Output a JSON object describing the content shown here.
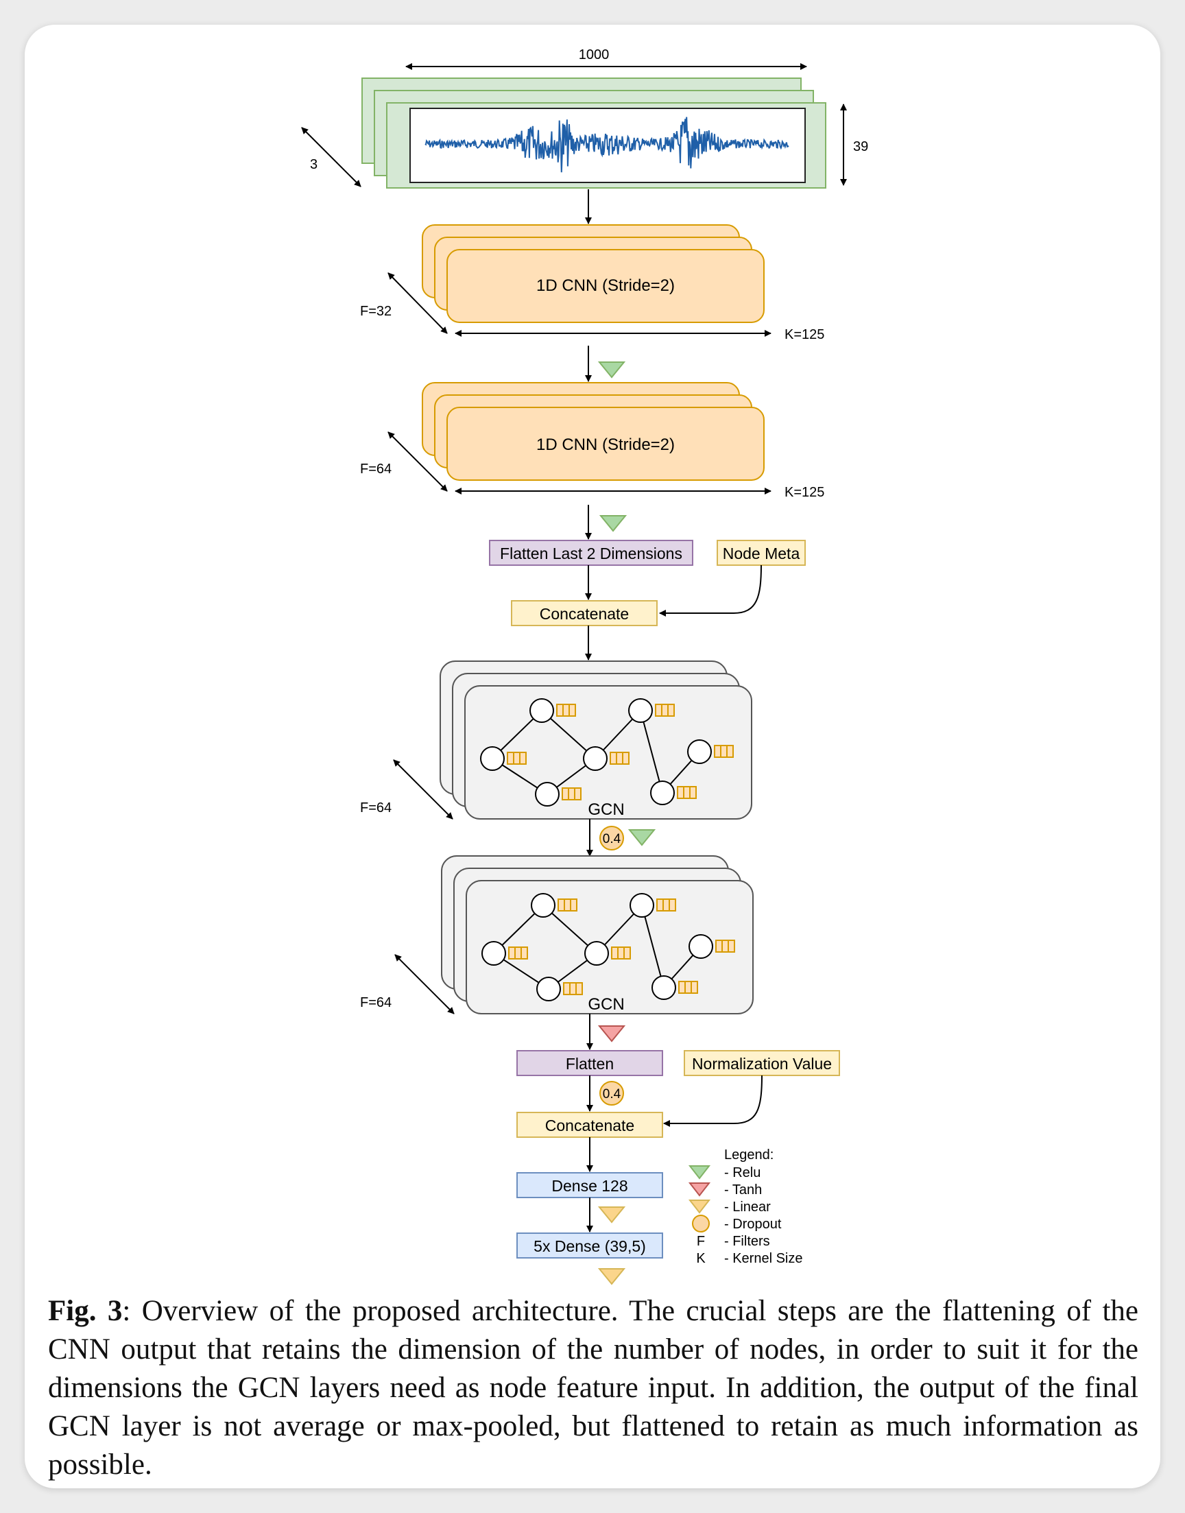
{
  "diagram": {
    "input": {
      "width_label": "1000",
      "height_label": "39",
      "depth_label": "3"
    },
    "cnn1": {
      "label": "1D CNN (Stride=2)",
      "filters": "F=32",
      "kernel": "K=125"
    },
    "cnn2": {
      "label": "1D CNN (Stride=2)",
      "filters": "F=64",
      "kernel": "K=125"
    },
    "flatten_last2": "Flatten Last 2 Dimensions",
    "node_meta": "Node Meta",
    "concat1": "Concatenate",
    "gcn1": {
      "label": "GCN",
      "filters": "F=64"
    },
    "dropout1": "0.4",
    "gcn2": {
      "label": "GCN",
      "filters": "F=64"
    },
    "flatten": "Flatten",
    "normalization": "Normalization Value",
    "dropout2": "0.4",
    "concat2": "Concatenate",
    "dense1": "Dense 128",
    "dense2": "5x Dense (39,5)",
    "legend": {
      "title": "Legend:",
      "items": [
        {
          "symbol": "relu-triangle",
          "label": "- Relu"
        },
        {
          "symbol": "tanh-triangle",
          "label": "- Tanh"
        },
        {
          "symbol": "linear-triangle",
          "label": "- Linear"
        },
        {
          "symbol": "dropout-circle",
          "label": "- Dropout"
        },
        {
          "symbol": "F",
          "label": "- Filters"
        },
        {
          "symbol": "K",
          "label": "- Kernel Size"
        }
      ]
    },
    "colors": {
      "input_green": "#d5e8d4",
      "input_green_stroke": "#82b366",
      "waveform": "#1f5fa8",
      "cnn_fill": "#ffe0b8",
      "cnn_stroke": "#d79b00",
      "flatten_fill": "#e1d5e7",
      "flatten_stroke": "#9673a6",
      "yellow_fill": "#fff2cc",
      "yellow_stroke": "#d6b656",
      "dense_fill": "#dae8fc",
      "dense_stroke": "#6c8ebf",
      "gcn_fill": "#f2f2f2",
      "relu": "#a9d8a3",
      "tanh": "#f5a3a3",
      "linear": "#fbd58b",
      "dropout": "#fbd7a5"
    }
  },
  "caption": {
    "label": "Fig. 3",
    "text": ": Overview of the proposed architecture. The crucial steps are the flattening of the CNN output that retains the dimension of the number of nodes, in order to suit it for the dimensions the GCN layers need as node feature input. In addition, the output of the final GCN layer is not average or max-pooled, but flattened to retain as much information as possible."
  }
}
